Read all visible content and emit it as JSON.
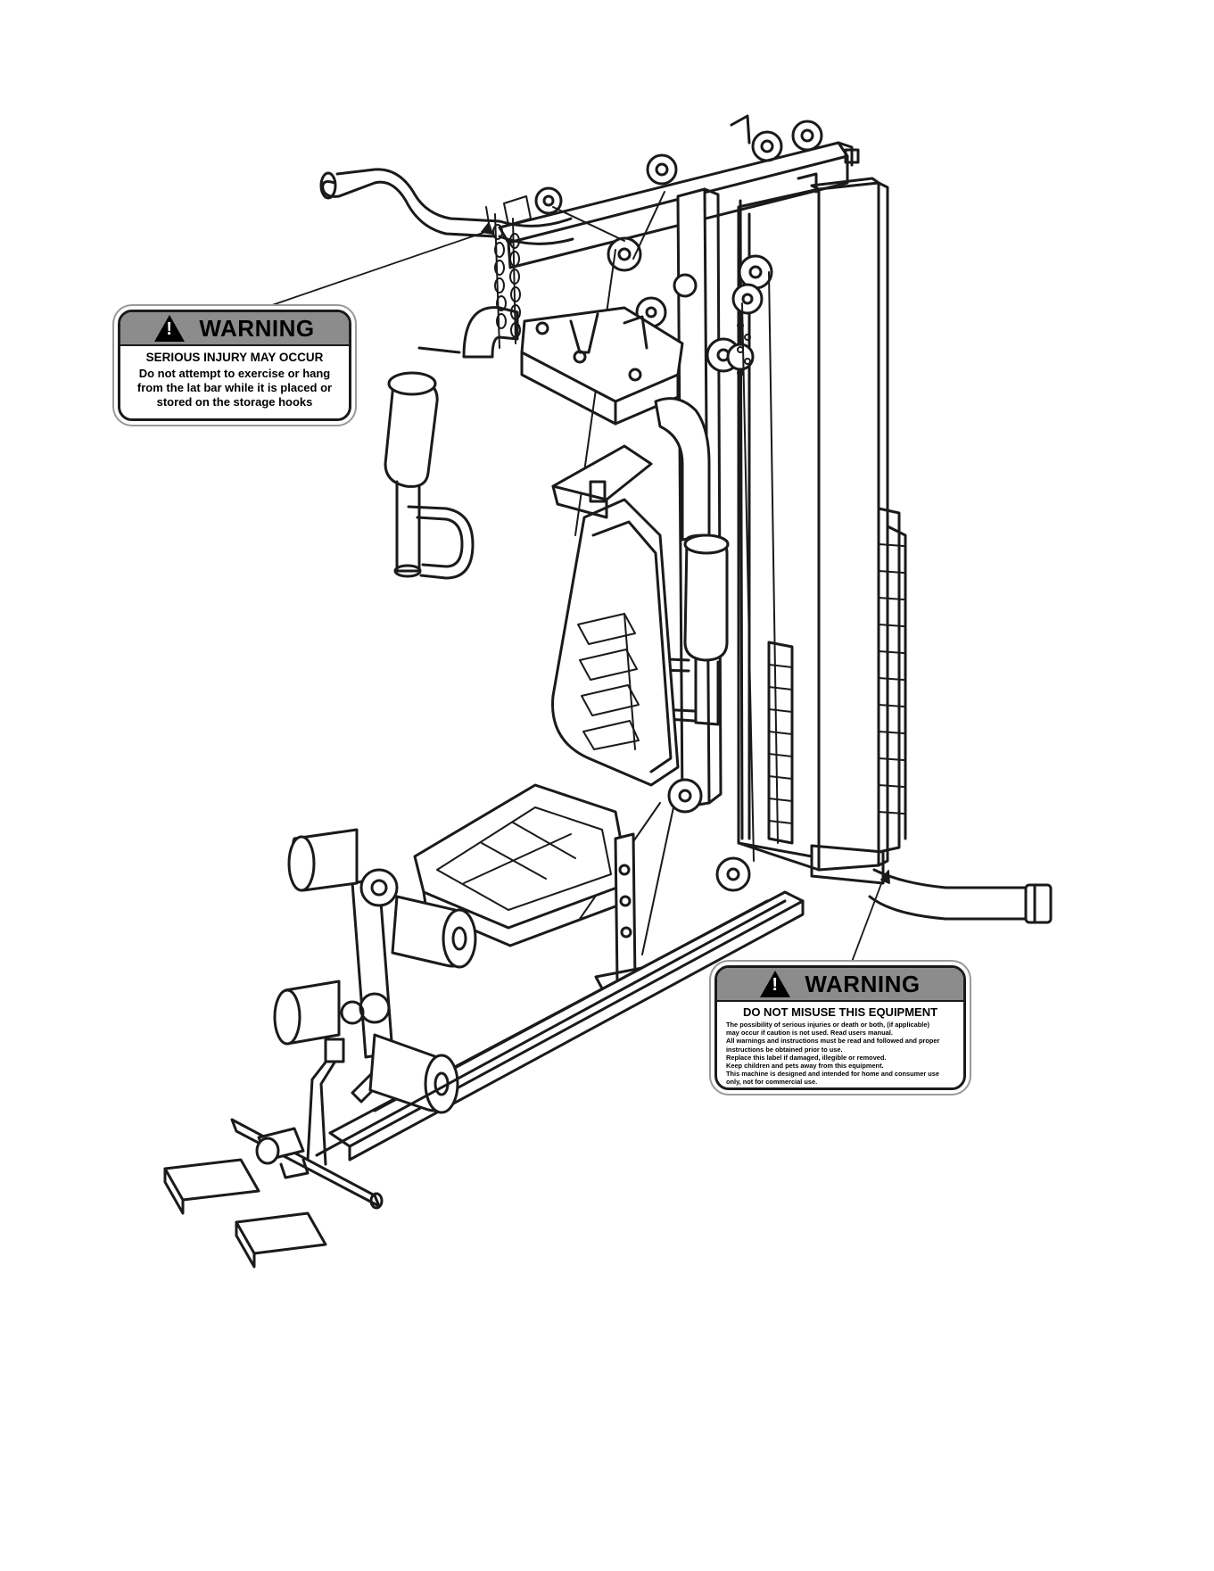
{
  "labels": {
    "lat_bar_warning": {
      "heading": "WARNING",
      "subheading": "SERIOUS INJURY MAY OCCUR",
      "body_lines": [
        "Do not attempt to exercise or hang",
        "from the lat bar while it is placed or",
        "stored on the storage hooks"
      ]
    },
    "misuse_warning": {
      "heading": "WARNING",
      "subheading": "DO NOT MISUSE THIS EQUIPMENT",
      "body_lines": [
        "The possibility of serious injuries or death or both, (if applicable)",
        "may occur if caution is not used. Read users manual.",
        "All warnings and instructions must be read and followed and proper",
        "instructions be obtained prior to use.",
        "Replace this label if damaged, illegible or removed.",
        "Keep children and pets away from this equipment.",
        "This machine is designed and intended for home and consumer use",
        "only, not for commercial use."
      ]
    }
  },
  "colors": {
    "line": "#1a1a1a",
    "label_header": "#8c8c8c",
    "background": "#ffffff"
  },
  "icons": [
    "warning-triangle-icon"
  ]
}
